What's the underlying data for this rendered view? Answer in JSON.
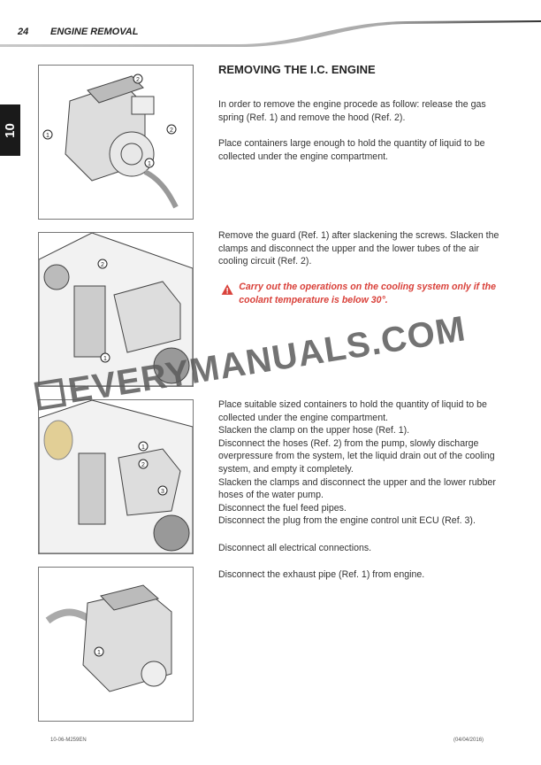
{
  "header": {
    "page_number": "24",
    "section_title": "ENGINE REMOVAL"
  },
  "chapter_tab": "10",
  "title": "REMOVING THE I.C. ENGINE",
  "paragraphs": {
    "p1": "In order to remove the engine procede as follow: release the gas spring (Ref. 1) and remove the hood (Ref. 2).",
    "p2": "Place containers large enough to hold the quantity of liquid to be collected under the engine compartment.",
    "p3": "Remove the guard (Ref. 1) after slackening the screws. Slacken the clamps and disconnect the upper and the lower tubes of the air cooling circuit (Ref. 2).",
    "p4": "Place suitable sized containers to hold the quantity of liquid to be collected under the engine compartment.",
    "p5": "Slacken the clamp on the upper hose (Ref. 1).",
    "p6": "Disconnect the hoses (Ref. 2) from the pump, slowly discharge overpressure from the system, let the liquid drain out of the cooling system, and empty it completely.",
    "p7": "Slacken the clamps and disconnect the upper and the lower rubber hoses of the water pump.",
    "p8": "Disconnect the fuel feed pipes.",
    "p9": "Disconnect the plug from the engine control unit ECU (Ref. 3).",
    "p10": "Disconnect all electrical connections.",
    "p11": "Disconnect the exhaust pipe (Ref. 1) from engine."
  },
  "warning": {
    "icon": "warning-triangle-icon",
    "text": "Carry out the operations on the cooling system only if the coolant temperature is below 30°.",
    "color": "#d9413a"
  },
  "figures": [
    {
      "callouts": [
        "1",
        "2",
        "2",
        "1"
      ]
    },
    {
      "callouts": [
        "2",
        "1"
      ]
    },
    {
      "callouts": [
        "1",
        "2",
        "3"
      ]
    },
    {
      "callouts": [
        "1"
      ]
    }
  ],
  "watermark": "EVERYMANUALS.COM",
  "footer": {
    "doc_code": "10-06-M259EN",
    "date": "(04/04/2016)"
  }
}
